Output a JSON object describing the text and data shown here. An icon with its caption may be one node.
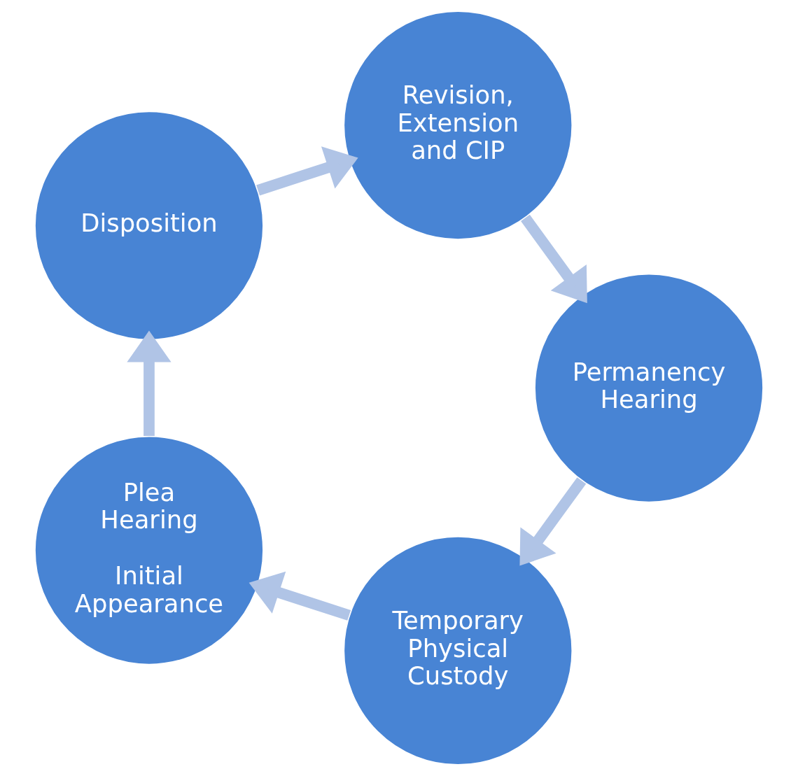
{
  "diagram": {
    "nodes": [
      {
        "text": [
          "Temporary Physical Custody"
        ]
      },
      {
        "text": [
          "Plea Hearing",
          "Initial Appearance"
        ]
      },
      {
        "text": [
          "Disposition"
        ]
      },
      {
        "text": [
          "Revision, Extension and CIP"
        ]
      },
      {
        "text": [
          "Permanency Hearing"
        ]
      }
    ],
    "edges": [
      {
        "from": 0,
        "to": 1,
        "arrow": "to"
      },
      {
        "from": 1,
        "to": 2,
        "arrow": "to"
      },
      {
        "from": 2,
        "to": 3,
        "arrow": "to"
      },
      {
        "from": 3,
        "to": 4,
        "arrow": "to"
      },
      {
        "from": 4,
        "to": 0,
        "arrow": "to"
      }
    ]
  }
}
